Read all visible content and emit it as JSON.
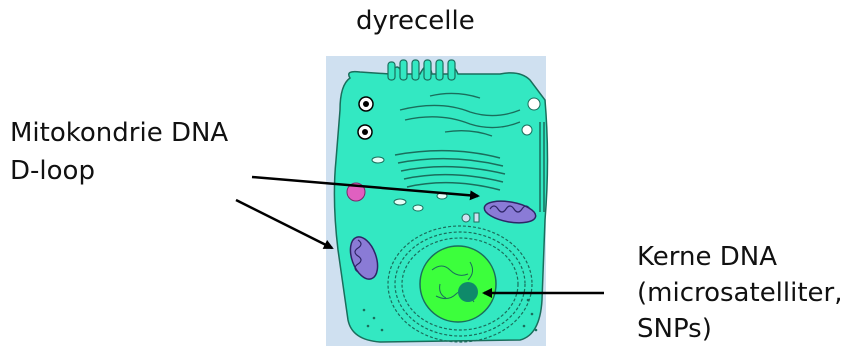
{
  "title": "dyrecelle",
  "labels": {
    "mito_line1": "Mitokondrie DNA",
    "mito_line2": "D-loop",
    "kerne_line1": "Kerne DNA",
    "kerne_line2": "(microsatelliter,",
    "kerne_line3": "SNPs)"
  },
  "colors": {
    "background_panel": "#cfe0f0",
    "cytoplasm": "#33e8c2",
    "nucleus": "#3cff3c",
    "nucleolus": "#0f8a6a",
    "mitochondria": "#8a7bd6",
    "vesicle_pink": "#e060c0",
    "arrow": "#000000"
  }
}
